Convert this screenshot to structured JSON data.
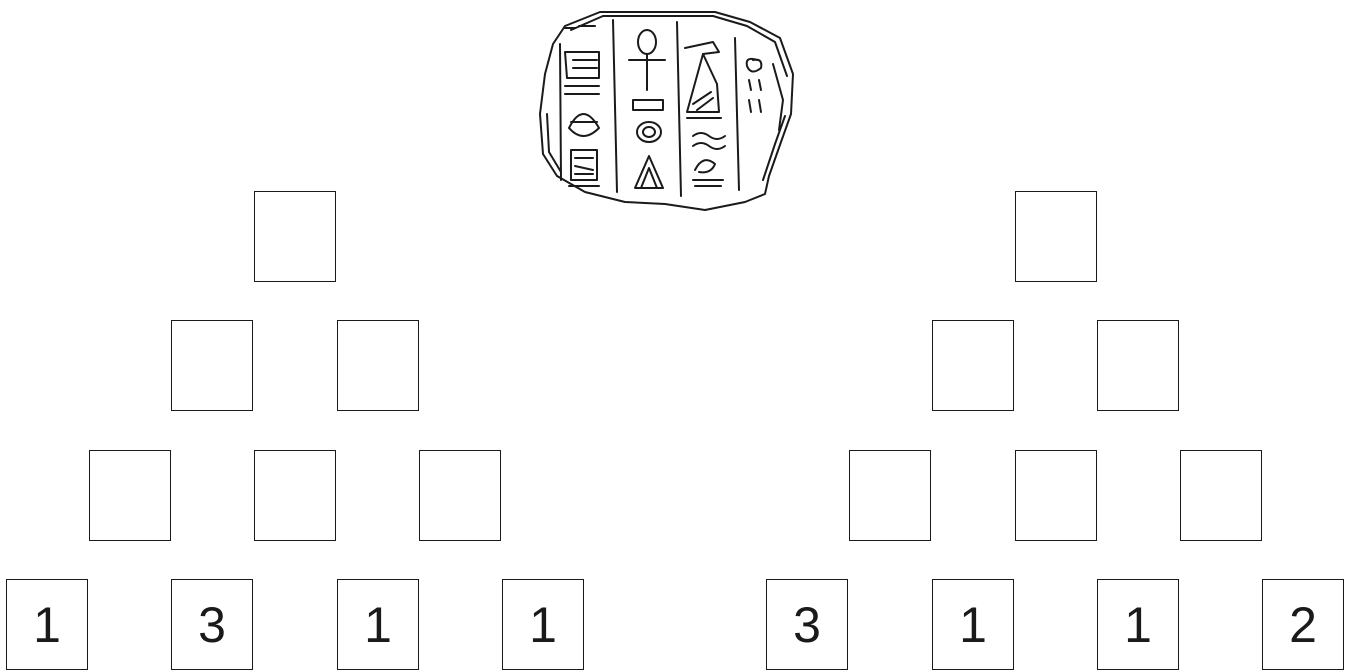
{
  "pyramids": [
    {
      "rows": [
        [
          ""
        ],
        [
          "",
          ""
        ],
        [
          "",
          "",
          ""
        ],
        [
          "1",
          "3",
          "1",
          "1"
        ]
      ]
    },
    {
      "rows": [
        [
          ""
        ],
        [
          "",
          ""
        ],
        [
          "",
          "",
          ""
        ],
        [
          "3",
          "1",
          "1",
          "2"
        ]
      ]
    }
  ],
  "colors": {
    "ink": "#1a1a1a",
    "background": "#ffffff"
  },
  "icons": {
    "tablet": "hieroglyph-stone-tablet-icon"
  }
}
